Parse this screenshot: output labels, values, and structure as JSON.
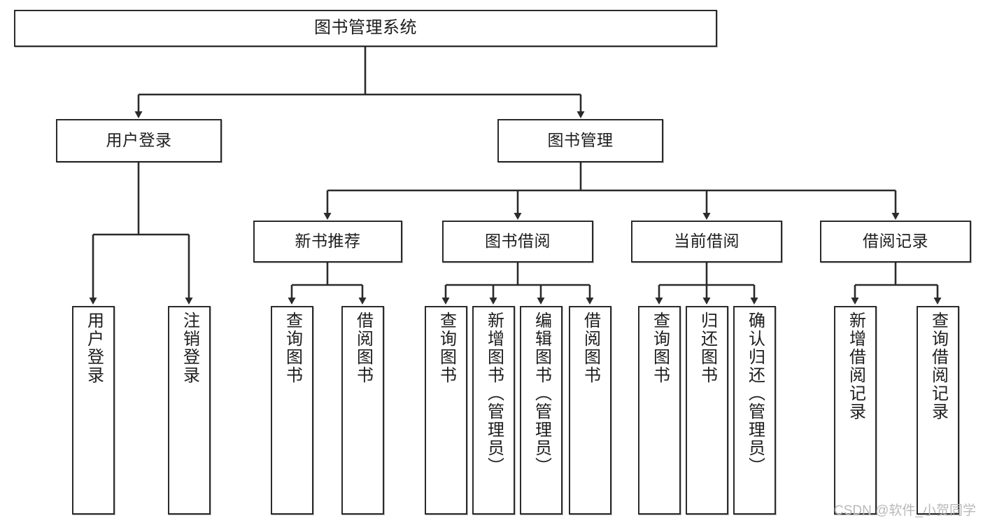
{
  "diagram": {
    "type": "tree",
    "title": "图书管理系统",
    "orientation": "top-down",
    "colors": {
      "box_border": "#2b2b2b",
      "box_fill": "#ffffff",
      "edge": "#2b2b2b",
      "background": "#ffffff",
      "watermark": "#b9b9b9"
    },
    "nodes": {
      "root": {
        "label": "图书管理系统"
      },
      "level2": [
        {
          "label": "用户登录"
        },
        {
          "label": "图书管理"
        }
      ],
      "level3": [
        {
          "label": "新书推荐"
        },
        {
          "label": "图书借阅"
        },
        {
          "label": "当前借阅"
        },
        {
          "label": "借阅记录"
        }
      ],
      "leaves": [
        {
          "label": "用户登录"
        },
        {
          "label": "注销登录"
        },
        {
          "label": "查询图书"
        },
        {
          "label": "借阅图书"
        },
        {
          "label": "查询图书"
        },
        {
          "label": "新增图书（管理员）"
        },
        {
          "label": "编辑图书（管理员）"
        },
        {
          "label": "借阅图书"
        },
        {
          "label": "查询图书"
        },
        {
          "label": "归还图书"
        },
        {
          "label": "确认归还（管理员）"
        },
        {
          "label": "新增借阅记录"
        },
        {
          "label": "查询借阅记录"
        }
      ]
    },
    "watermark": "CSDN @软件_小贺同学"
  }
}
